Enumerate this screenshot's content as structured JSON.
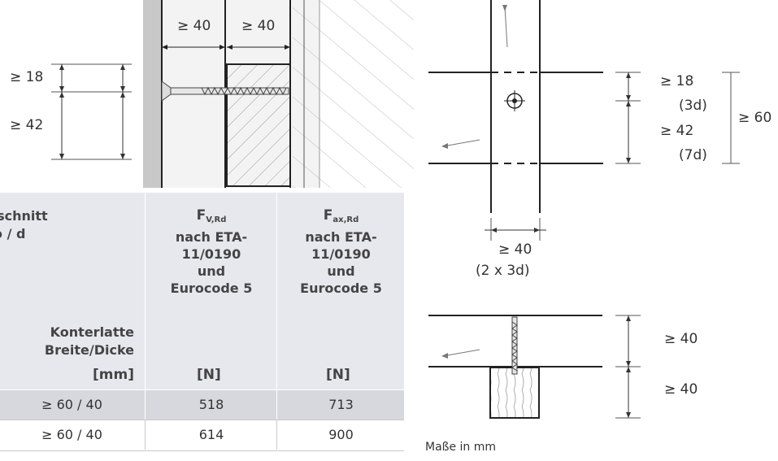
{
  "diagram_left": {
    "dim_upper": "≥ 18",
    "dim_lower": "≥ 42",
    "dim_top_left": "≥ 40",
    "dim_top_right": "≥ 40"
  },
  "diagram_right_top": {
    "dim_upper": "≥ 18",
    "dim_upper_note": "(3d)",
    "dim_lower": "≥ 42",
    "dim_lower_note": "(7d)",
    "dim_total": "≥ 60",
    "dim_width": "≥ 40",
    "dim_width_note": "(2 x 3d)"
  },
  "diagram_right_bottom": {
    "dim_upper": "≥ 40",
    "dim_lower": "≥ 40"
  },
  "table": {
    "col1_title": "uerschnitt",
    "col1_sub": "o / d",
    "col1_label_line1": "Konterlatte",
    "col1_label_line2": "Breite/Dicke",
    "col1_unit": "[mm]",
    "col2_symbol": "F",
    "col2_subscript": "V,Rd",
    "col2_line1": "nach ETA-",
    "col2_line2": "11/0190",
    "col2_line3": "und",
    "col2_line4": "Eurocode 5",
    "col2_unit": "[N]",
    "col3_symbol": "F",
    "col3_subscript": "ax,Rd",
    "col3_line1": "nach ETA-",
    "col3_line2": "11/0190",
    "col3_line3": "und",
    "col3_line4": "Eurocode 5",
    "col3_unit": "[N]",
    "rows": [
      {
        "batten": "≥ 60 / 40",
        "f_v_rd": "518",
        "f_ax_rd": "713"
      },
      {
        "batten": "≥ 60 / 40",
        "f_v_rd": "614",
        "f_ax_rd": "900"
      }
    ]
  },
  "caption": "Maße in mm"
}
